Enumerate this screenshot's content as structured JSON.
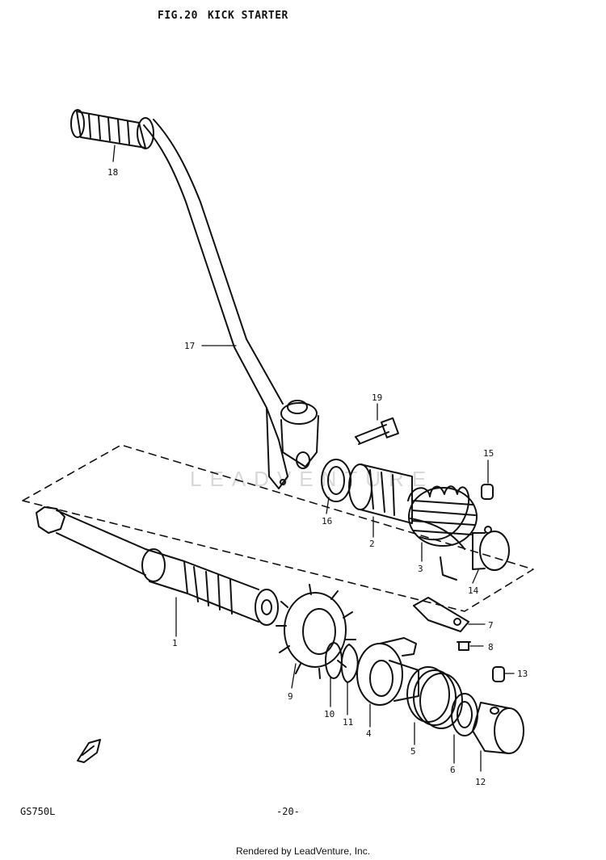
{
  "header": {
    "fig_number": "FIG.20",
    "fig_title": "KICK STARTER"
  },
  "model": "GS750L",
  "page_number": "-20-",
  "footer": "Rendered by LeadVenture, Inc.",
  "watermark": "LEADVENTURE",
  "callouts": [
    "1",
    "2",
    "3",
    "4",
    "5",
    "6",
    "7",
    "8",
    "9",
    "10",
    "11",
    "12",
    "13",
    "14",
    "15",
    "16",
    "17",
    "18",
    "19"
  ]
}
